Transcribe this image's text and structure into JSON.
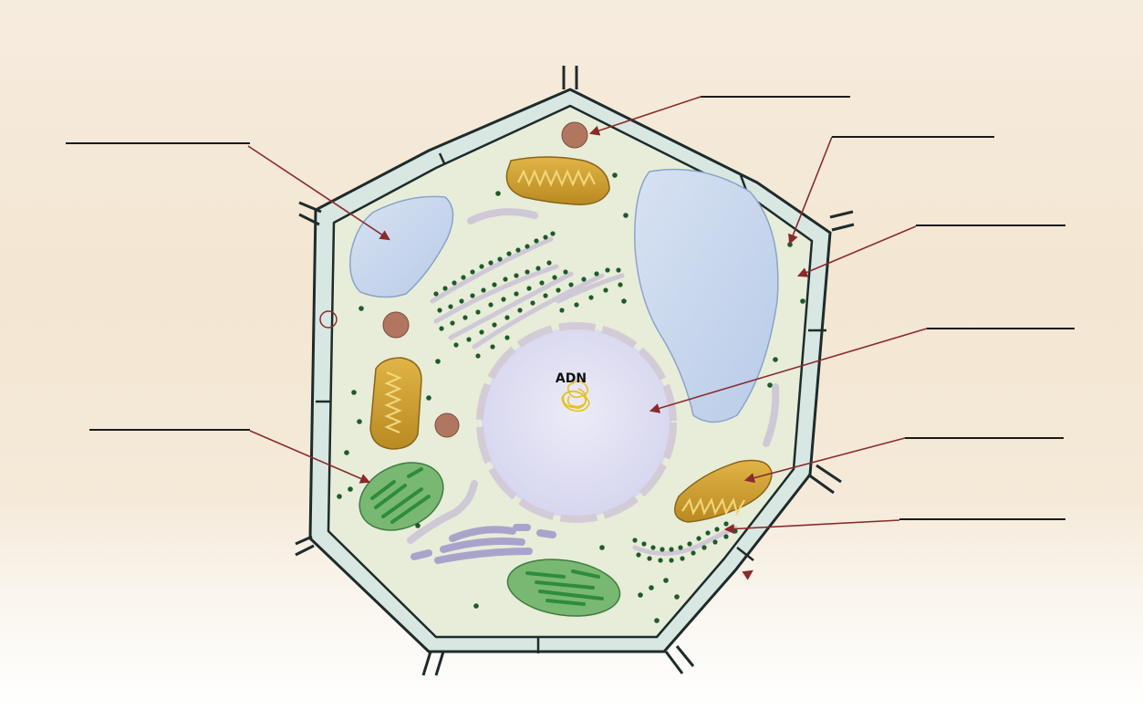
{
  "nucleus": {
    "dna_label": "ADN"
  },
  "label_lines": [
    {
      "name": "vacuole-label-line"
    },
    {
      "name": "ribosome-free-label-line"
    },
    {
      "name": "cell-wall-label-line"
    },
    {
      "name": "cytoplasm-label-line"
    },
    {
      "name": "nucleus-label-line"
    },
    {
      "name": "chloroplast-label-line"
    },
    {
      "name": "mitochondrion-label-line"
    },
    {
      "name": "rough-er-label-line"
    }
  ],
  "colors": {
    "background": "#f3e6d2",
    "cell_wall": "#d7e6e2",
    "cell_wall_outline": "#1e2b2b",
    "cytoplasm": "#e6ecd6",
    "vacuole": "#c9d8ee",
    "nucleus": "#dcdcf0",
    "nuclear_envelope": "#d3cbd6",
    "mitochondrion": "#c99a2e",
    "chloroplast": "#6fb06a",
    "chloroplast_thylakoid": "#2e8c3c",
    "ribosome": "#1f5a2a",
    "golgi": "#a9a3cc",
    "amyloplast": "#b07660",
    "pointer_arrow": "#8a2a2a",
    "label_line": "#1a1a1a"
  }
}
